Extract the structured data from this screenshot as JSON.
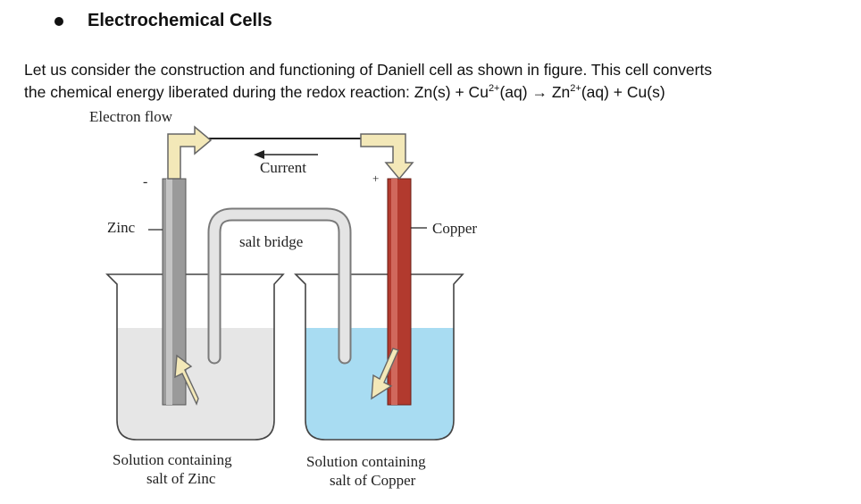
{
  "heading": "Electrochemical Cells",
  "paragraph": {
    "line1": "Let us consider the construction and functioning of Daniell cell as shown in figure. This cell converts",
    "line2_prefix": "the chemical energy liberated during the redox reaction:  Zn(s) + Cu",
    "sup1": "2+",
    "mid1": "(aq) ",
    "arrow": "→",
    "mid2": " Zn",
    "sup2": "2+",
    "suffix": "(aq) + Cu(s)"
  },
  "figure": {
    "electron_flow": "Electron flow",
    "current": "Current",
    "minus": "-",
    "plus": "+",
    "zinc": "Zinc",
    "copper": "Copper",
    "salt_bridge": "salt bridge",
    "left_caption_1": "Solution containing",
    "left_caption_2": "salt of Zinc",
    "right_caption_1": "Solution containing",
    "right_caption_2": "salt of Copper",
    "colors": {
      "zinc_rod": "#8f8f8f",
      "copper_rod": "#b23a2e",
      "zinc_solution": "#e6e6e6",
      "copper_solution": "#a8dcf2",
      "arrow_fill": "#f3e8b8"
    }
  }
}
